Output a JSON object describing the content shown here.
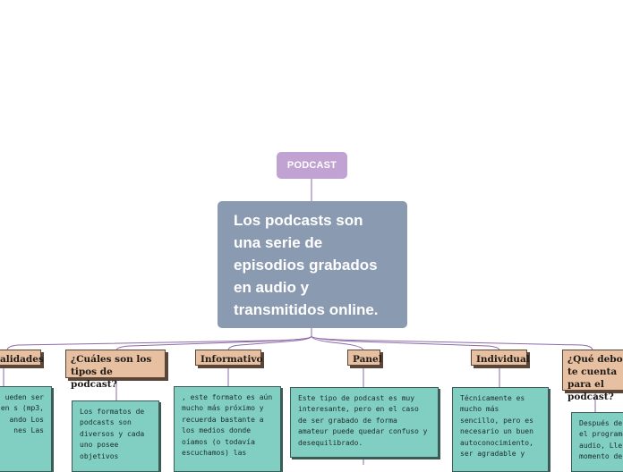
{
  "root": {
    "label": "PODCAST"
  },
  "central": {
    "text": "Los podcasts son una serie de episodios grabados en audio y transmitidos online."
  },
  "topics": [
    {
      "label": "alidades"
    },
    {
      "label": "¿Cuáles son los tipos de podcast?"
    },
    {
      "label": "Informativo"
    },
    {
      "label": "Panel"
    },
    {
      "label": "Individual"
    },
    {
      "label": "¿Qué debo te cuenta para el podcast?"
    }
  ],
  "notes": [
    {
      "text": "ueden ser en s (mp3, ando Los nes Las"
    },
    {
      "text": "Los formatos de podcasts son diversos y cada uno posee objetivos"
    },
    {
      "text": ", este formato es aún mucho más próximo y recuerda bastante a los medios donde oíamos (o todavía escuchamos) las"
    },
    {
      "text": "Este tipo de podcast es muy interesante, pero en el caso de ser grabado de forma amateur puede quedar confuso y desequilibrado."
    },
    {
      "text": "Técnicamente es mucho más sencillo, pero es necesario un buen autoconocimiento, ser agradable y"
    },
    {
      "text": "Después de el programa audio, Lle momento de"
    }
  ],
  "colors": {
    "root": "#c0a2d3",
    "central": "#8a9ab1",
    "topic": "#e6c0a1",
    "note": "#80cfc2",
    "connector": "#8e6aa8"
  }
}
